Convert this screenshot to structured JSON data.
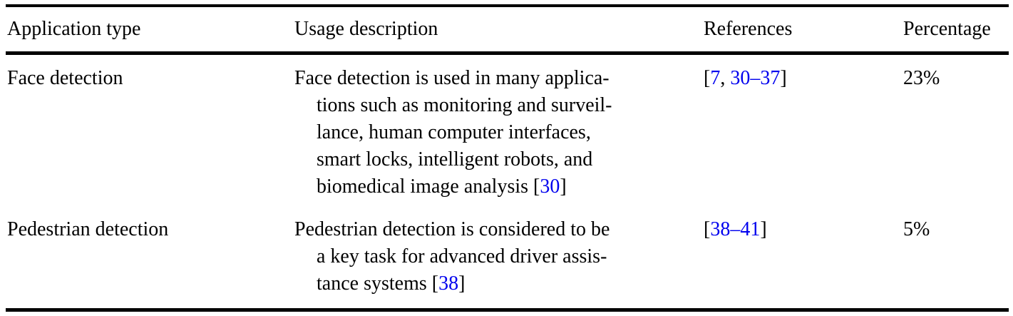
{
  "colors": {
    "background": "#FFFFFF",
    "text": "#000000",
    "rule": "#000000",
    "link_blue": "#0000EE"
  },
  "table": {
    "columns": {
      "application_type": "Application type",
      "usage_description": "Usage description",
      "references": "References",
      "percentage": "Percentage"
    },
    "rows": [
      {
        "application_type": "Face detection",
        "usage_lines": [
          [
            {
              "t": "Face detection is used in many applica-"
            }
          ],
          [
            {
              "t": "tions such as monitoring and surveil-"
            }
          ],
          [
            {
              "t": "lance, human computer interfaces,"
            }
          ],
          [
            {
              "t": "smart locks, intelligent robots, and"
            }
          ],
          [
            {
              "t": "biomedical image analysis ["
            },
            {
              "t": "30",
              "link": true
            },
            {
              "t": "]"
            }
          ]
        ],
        "references": [
          {
            "t": "["
          },
          {
            "t": "7",
            "link": true
          },
          {
            "t": ", "
          },
          {
            "t": "30–37",
            "link": true
          },
          {
            "t": "]"
          }
        ],
        "percentage": "23%"
      },
      {
        "application_type": "Pedestrian detection",
        "usage_lines": [
          [
            {
              "t": "Pedestrian detection is considered to be"
            }
          ],
          [
            {
              "t": "a key task for advanced driver assis-"
            }
          ],
          [
            {
              "t": "tance systems ["
            },
            {
              "t": "38",
              "link": true
            },
            {
              "t": "]"
            }
          ]
        ],
        "references": [
          {
            "t": "["
          },
          {
            "t": "38–41",
            "link": true
          },
          {
            "t": "]"
          }
        ],
        "percentage": "5%"
      }
    ]
  }
}
